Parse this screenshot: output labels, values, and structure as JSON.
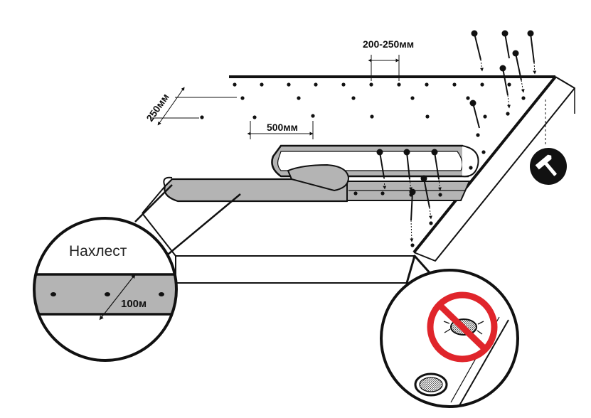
{
  "labels": {
    "nail_spacing": "200-250мм",
    "edge_offset": "250мм",
    "row_offset": "500мм",
    "overlap_title": "Нахлест",
    "overlap_width": "100м"
  },
  "icons": {
    "hammer": "hammer-icon",
    "prohibited": "prohibited-overdriven-nail-icon",
    "correct": "correct-nail-head-icon"
  },
  "colors": {
    "ink": "#111111",
    "membrane_gray": "#b4b4b4",
    "prohibition_red": "#e0252b",
    "paper": "#ffffff"
  }
}
